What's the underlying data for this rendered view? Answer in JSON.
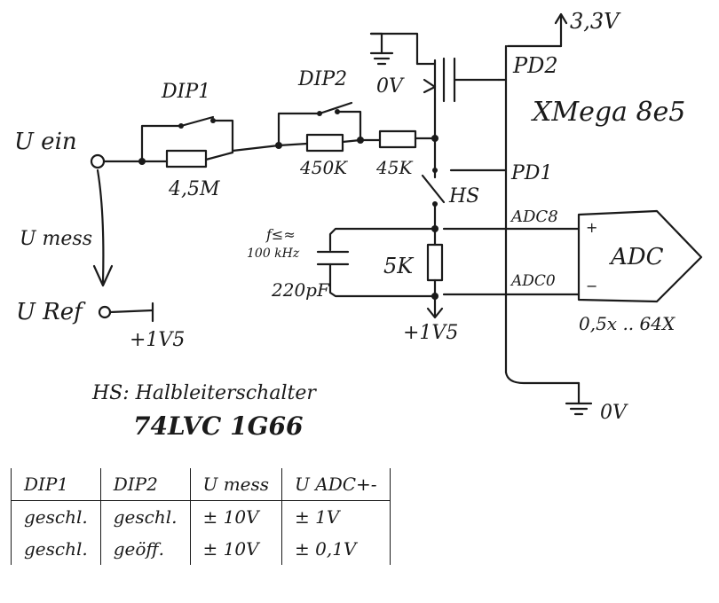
{
  "labels": {
    "supply": "3,3V",
    "pd2": "PD2",
    "mcu": "XMega 8e5",
    "pd1": "PD1",
    "adc8": "ADC8",
    "adc0": "ADC0",
    "adc": "ADC",
    "plus": "+",
    "minus": "−",
    "gain": "0,5x .. 64X",
    "gnd_top": "0V",
    "gnd_bottom": "0V",
    "uein": "U ein",
    "umess": "U mess",
    "uref": "U Ref",
    "uref_v": "+1V5",
    "dip1": "DIP1",
    "dip2": "DIP2",
    "r1": "4,5M",
    "r2": "450K",
    "r3": "45K",
    "hs": "HS",
    "cap_note1": "f≤≈",
    "cap_note2": "100 kHz",
    "cap_val": "220pF",
    "r4": "5K",
    "bias": "+1V5",
    "hs_note1": "HS: Halbleiterschalter",
    "hs_note2": "74LVC 1G66"
  },
  "table": {
    "headers": [
      "DIP1",
      "DIP2",
      "U mess",
      "U ADC+-"
    ],
    "rows": [
      [
        "geschl.",
        "geschl.",
        "± 10V",
        "± 1V"
      ],
      [
        "geschl.",
        "geöff.",
        "± 10V",
        "± 0,1V"
      ]
    ]
  }
}
